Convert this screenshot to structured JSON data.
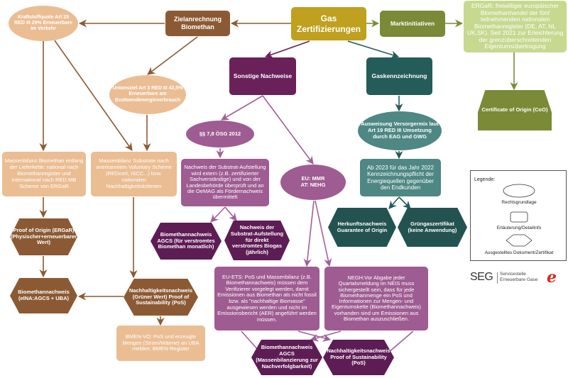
{
  "colors": {
    "brown": "#8b5a34",
    "light_orange": "#ebbd93",
    "gold": "#bfa01f",
    "olive": "#7a8a36",
    "light_olive": "#c6d98f",
    "purple_dark": "#6a2059",
    "purple_mid": "#9e5c92",
    "purple_hex": "#5e1c55",
    "teal_dark": "#245c59",
    "teal_mid": "#4e8783",
    "teal_hex": "#235350"
  },
  "nodes": {
    "gas_zertifizierungen": "Gas Zertifizierungen",
    "zielanrechnung": "Zielanrechnung Biomethan",
    "marktinitiativen": "Marktinitiativen",
    "ergar_info": "ERGaR: freiwilliger europäischer Biomethanhandel der fünf teilnehmenden nationalen Biomethanregister (DE, AT, NL UK,SK). Seit 2021 zur Erleichterung der grenzüberschreitenden Eigentumsübertragung",
    "certificate_of_origin": "Certificate of Origin (CoO)",
    "kraftstoffquote": "Kraftstoffquote Art 25 RED III 29% Erneuerbare im Verkehr",
    "unionsziel": "Unionsziel Art 3 RED III 42,5% Erneuerbare am Bruttoendenergieverbrauch",
    "massenbilanz_biomethan": "Massenbilanz Biomethan entlang der Lieferkette: national nach Biomethanregister und international nach RED MB Scheme von ERGaR",
    "massenbilanz_substrate": "Massenbilanz Substrate nach anerkanntem Voluntary Scheme (REDcert, ISCC...) bzw. nationalen Nachhaltigkeitskriterien",
    "proof_of_origin": "Proof of Origin (ERGaR) (Physischer+erneuerbarer Wert)",
    "biomethannachweis_elna": "Biomethannachweis (elNA:AGCS + UBA)",
    "nachhaltigkeitsnachweis_pos": "Nachhaltigkeitsnachweis (Grüner Wert) Proof of Sustainability (PoS)",
    "bmen_vo": "BMEN-VO: PoS und erzeugte Mengen (Strom/Wärme) an UBA melden: BMEN-Register",
    "sonstige_nachweise": "Sonstige Nachweise",
    "oesg_2012": "§§ 7,8 ÖSG 2012",
    "nachweis_substrat_extern": "Nachweis der Substrat-Aufstellung wird extern (z.B. zertifizierter Sachverständige) und von der Landesbehörde überprüft und an die OeMAG als Fördernachweis übermittelt",
    "biomethannachweis_agcs_monatlich": "Biomethannachweis AGCS (für verstromtes Biomethan monatlich)",
    "nachweis_substrat_jaehrlich": "Nachweis der Substrat-Aufstellung für direkt verstromtes Biogas (jährlich)",
    "eu_mmr": "EU: MMR\nAT: NEHG",
    "eu_ets": "EU-ETS: PoS und Massenbilanz (z.B. Biomethannachweis) müssen dem Verifizierer vorgelegt werden, damit Emissionen aus Biomethan als nicht fossil bzw. als \"nachhaltige Biomasse\" ausgewiesen werden und nicht im Emissionsbericht (AER) angeführt werden müssen.",
    "negh": "NEGH:Vor Abgabe jeder Quartalsmeldung im NEIS muss sichergestellt sein, dass für jede Biomethanmenge ein PoS und Informationen zur Mengen- und Eigentumskette (Biomethannachweis) vorhanden sind um Emissionen aus Biomethan auszuschließen.",
    "biomethannachweis_agcs_mb": "Biomethannachweis AGCS (Massenbilanzierung zur Nachverfolgbarkeit)",
    "nachhaltigkeitsnachweis_pos_bottom": "Nachhaltigkeitsnachweis Proof of Sustainability (PoS)",
    "gaskennzeichnung": "Gaskennzeichnung",
    "ausweisung_versorgermix": "Ausweisung Versorgermix laut Art 19 RED III Umsetzung durch EAG und GWG",
    "kennzeichnungspflicht": "Ab 2023 für das Jahr 2022 Kennzeichnungspflicht der Energiequellen gegenüber den Endkunden",
    "herkunftsnachweis": "Herkunftsnachweis Guarantee of Origin",
    "gruengaszertifikat": "Grüngaszertifikat  (keine Anwendung)"
  },
  "legend": {
    "title": "Legende:",
    "items": [
      {
        "shape": "ellipse",
        "label": "Rechtsgrundlage"
      },
      {
        "shape": "rounded-rectangle",
        "label": "Erläuterung/Detailinfo"
      },
      {
        "shape": "hexagon",
        "label": "Ausgestelltes Dokument/Zertifikat"
      }
    ]
  },
  "logo": {
    "abbr": "SEG",
    "line1": "Servicestelle",
    "line2": "Erneuerbare Gase",
    "mark": "e"
  },
  "edges": [
    {
      "from": "gas_zertifizierungen",
      "to": "zielanrechnung",
      "color": "brown"
    },
    {
      "from": "gas_zertifizierungen",
      "to": "marktinitiativen",
      "color": "olive"
    },
    {
      "from": "gas_zertifizierungen",
      "to": "sonstige_nachweise",
      "color": "purple_dark"
    },
    {
      "from": "gas_zertifizierungen",
      "to": "gaskennzeichnung",
      "color": "teal_dark"
    },
    {
      "from": "marktinitiativen",
      "to": "ergar_info",
      "color": "olive"
    },
    {
      "from": "ergar_info",
      "to": "certificate_of_origin",
      "color": "olive"
    },
    {
      "from": "zielanrechnung",
      "to": "kraftstoffquote",
      "color": "brown"
    },
    {
      "from": "zielanrechnung",
      "to": "unionsziel",
      "color": "brown"
    },
    {
      "from": "kraftstoffquote",
      "to": "massenbilanz_biomethan",
      "color": "brown"
    },
    {
      "from": "kraftstoffquote",
      "to": "massenbilanz_substrate",
      "color": "brown"
    },
    {
      "from": "unionsziel",
      "to": "massenbilanz_substrate",
      "color": "brown"
    },
    {
      "from": "massenbilanz_biomethan",
      "to": "proof_of_origin",
      "color": "brown"
    },
    {
      "from": "proof_of_origin",
      "to": "biomethannachweis_elna",
      "color": "brown"
    },
    {
      "from": "massenbilanz_substrate",
      "to": "nachhaltigkeitsnachweis_pos",
      "color": "brown"
    },
    {
      "from": "nachhaltigkeitsnachweis_pos",
      "to": "biomethannachweis_elna",
      "color": "brown"
    },
    {
      "from": "nachhaltigkeitsnachweis_pos",
      "to": "bmen_vo",
      "color": "brown"
    },
    {
      "from": "sonstige_nachweise",
      "to": "oesg_2012",
      "color": "purple_mid"
    },
    {
      "from": "sonstige_nachweise",
      "to": "eu_mmr",
      "color": "purple_mid"
    },
    {
      "from": "oesg_2012",
      "to": "nachweis_substrat_extern",
      "color": "purple_mid"
    },
    {
      "from": "nachweis_substrat_extern",
      "to": "biomethannachweis_agcs_monatlich",
      "color": "purple_mid"
    },
    {
      "from": "nachweis_substrat_extern",
      "to": "nachweis_substrat_jaehrlich",
      "color": "purple_mid"
    },
    {
      "from": "eu_mmr",
      "to": "eu_ets",
      "color": "purple_mid"
    },
    {
      "from": "eu_mmr",
      "to": "negh",
      "color": "purple_mid"
    },
    {
      "from": "eu_ets",
      "to": "biomethannachweis_agcs_mb",
      "color": "purple_mid"
    },
    {
      "from": "eu_ets",
      "to": "nachhaltigkeitsnachweis_pos_bottom",
      "color": "purple_mid"
    },
    {
      "from": "negh",
      "to": "biomethannachweis_agcs_mb",
      "color": "purple_mid"
    },
    {
      "from": "negh",
      "to": "nachhaltigkeitsnachweis_pos_bottom",
      "color": "purple_mid"
    },
    {
      "from": "gaskennzeichnung",
      "to": "ausweisung_versorgermix",
      "color": "teal_dark"
    },
    {
      "from": "ausweisung_versorgermix",
      "to": "kennzeichnungspflicht",
      "color": "teal_dark"
    },
    {
      "from": "kennzeichnungspflicht",
      "to": "herkunftsnachweis",
      "color": "teal_dark"
    },
    {
      "from": "kennzeichnungspflicht",
      "to": "gruengaszertifikat",
      "color": "teal_dark"
    }
  ]
}
